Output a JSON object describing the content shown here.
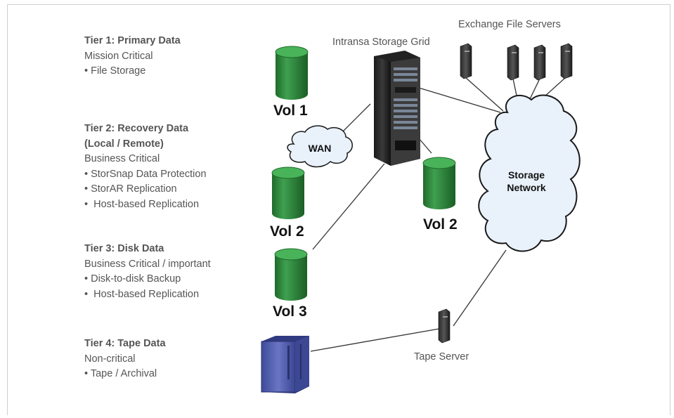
{
  "tiers": [
    {
      "title": "Tier 1: Primary Data",
      "lines": [
        "Mission Critical",
        "• File Storage"
      ]
    },
    {
      "title": "Tier 2: Recovery Data",
      "title2": "(Local / Remote)",
      "lines": [
        "Business Critical",
        "• StorSnap Data Protection",
        "• StorAR Replication",
        "•  Host-based Replication"
      ]
    },
    {
      "title": "Tier 3: Disk Data",
      "lines": [
        "Business Critical / important",
        "• Disk-to-disk Backup",
        "•  Host-based Replication"
      ]
    },
    {
      "title": "Tier 4: Tape Data",
      "lines": [
        "Non-critical",
        "• Tape / Archival"
      ]
    }
  ],
  "labels": {
    "storage_grid": "Intransa Storage Grid",
    "file_servers": "Exchange File Servers",
    "tape_server": "Tape Server",
    "wan": "WAN",
    "storage_network_line1": "Storage",
    "storage_network_line2": "Network"
  },
  "volumes": {
    "vol1": "Vol 1",
    "vol2_left": "Vol 2",
    "vol2_right": "Vol 2",
    "vol3": "Vol 3"
  },
  "colors": {
    "volume_green": "#2e8b3a",
    "cloud_fill": "#e8f1fb",
    "cloud_stroke": "#222222",
    "tape_library_blue": "#4a57a8",
    "text_gray": "#555555"
  }
}
